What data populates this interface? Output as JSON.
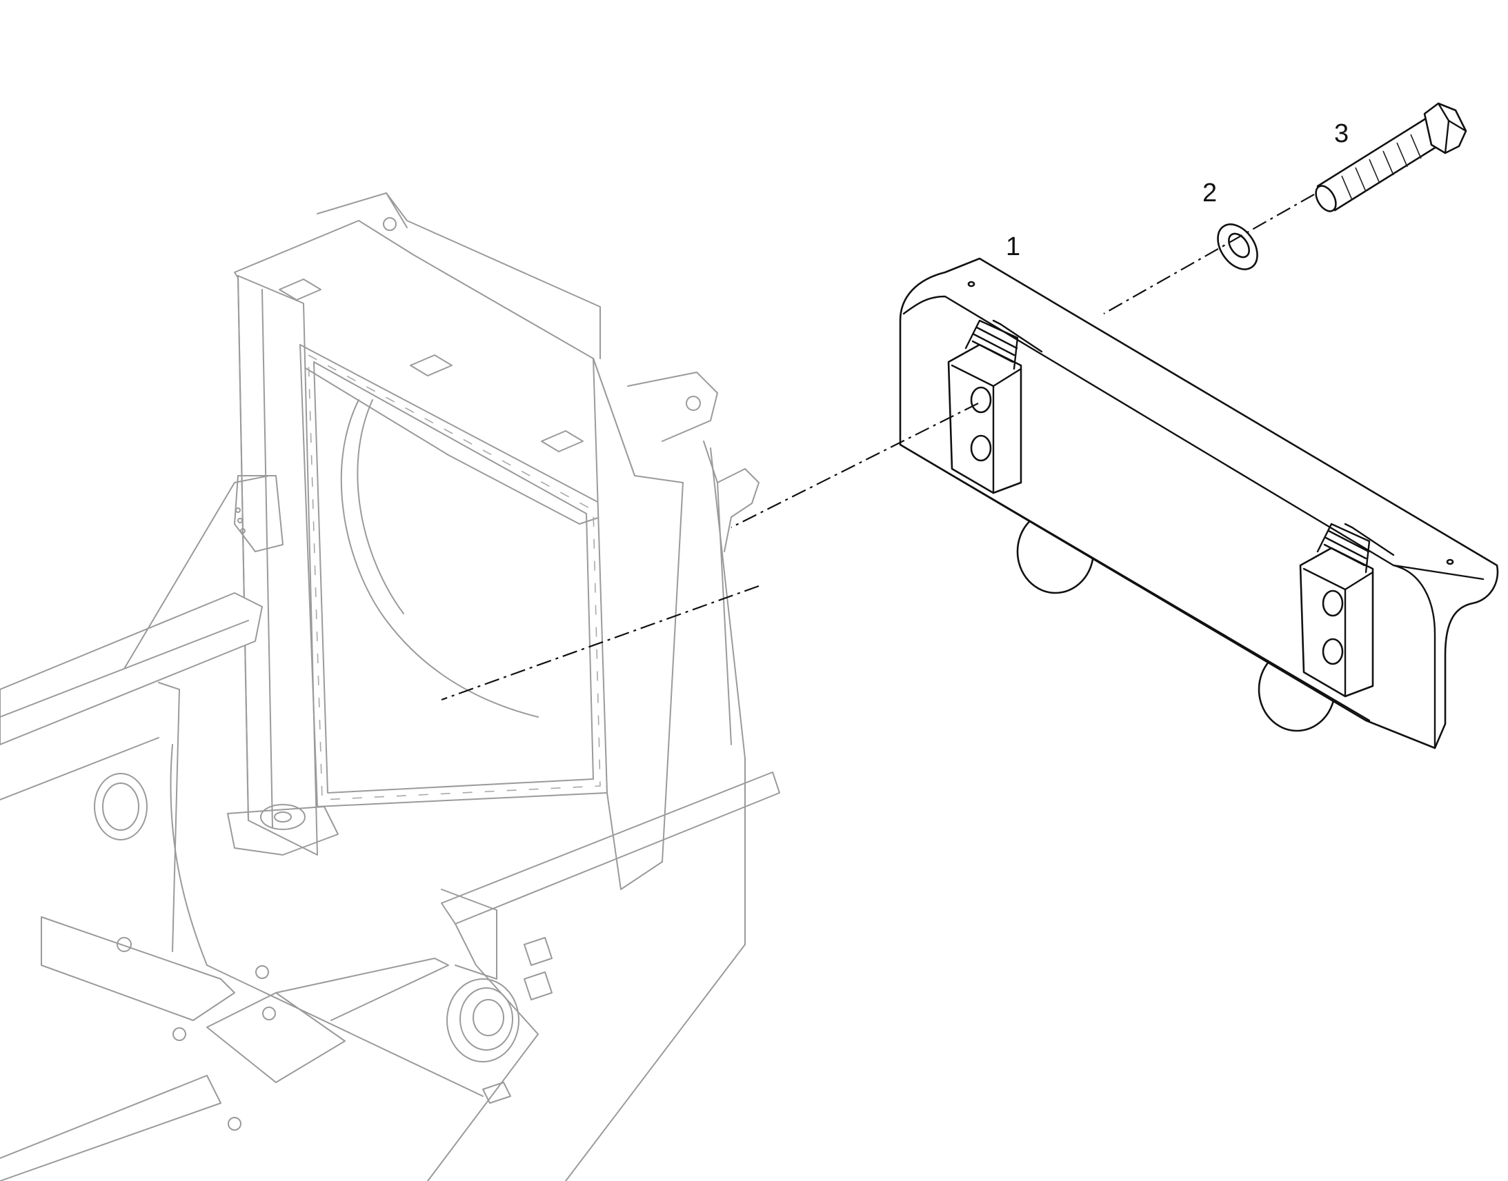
{
  "callouts": [
    {
      "id": "1",
      "label": "1"
    },
    {
      "id": "2",
      "label": "2"
    },
    {
      "id": "3",
      "label": "3"
    }
  ],
  "colors": {
    "background": "#ffffff",
    "part_stroke": "#111111",
    "frame_stroke": "#9a9a9a"
  }
}
